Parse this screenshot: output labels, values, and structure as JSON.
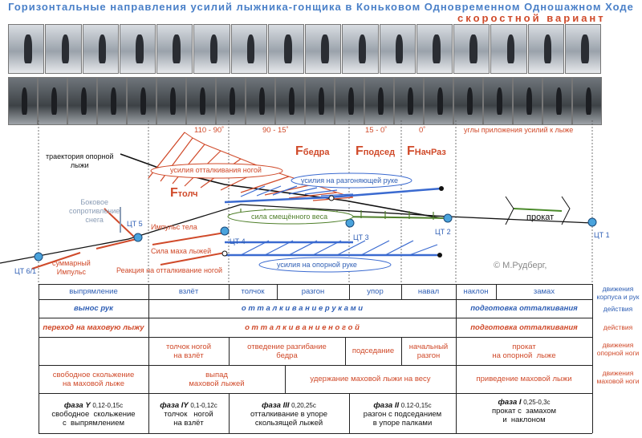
{
  "header": {
    "title": "Горизонтальные направления усилий лыжника-гонщика в Коньковом Одновременном Одношажном Ходе",
    "subtitle": "скоростной вариант"
  },
  "photos": {
    "top_count": 16,
    "bottom_count": 20
  },
  "angles": {
    "a1": "110 - 90˚",
    "a2": "90 - 15˚",
    "a3": "15 - 0˚",
    "a4": "0˚",
    "a5": "углы приложения усилий к лыже"
  },
  "diagram": {
    "trajectory": "траектория опорной\nлыжи",
    "side_resistance": "Боковое\nсопротивление\nснега",
    "f_bedra": "бедра",
    "f_podsed": "подсед",
    "f_nachraz": "НачРаз",
    "f_tolch": "толч",
    "f_letter": "F",
    "leg_push": "усилия отталкивания ногой",
    "arm_push_accel": "усилия на разгоняющей руке",
    "shifted_weight": "сила смещённого веса",
    "arm_support": "усилия на опорной руке",
    "body_impulse": "Импульс тела",
    "ski_swing": "Сила маха лыжей",
    "leg_reaction": "Реакция на отталкивание ногой",
    "total_impulse": "суммарный\nИмпульс",
    "glide": "прокат",
    "ct1": "ЦТ 1",
    "ct2": "ЦТ 2",
    "ct3": "ЦТ 3",
    "ct4": "ЦТ 4",
    "ct5": "ЦТ 5",
    "ct6": "ЦТ 6/1",
    "copyright": "© М.Рудберг,"
  },
  "table": {
    "row1": [
      "выпрямление",
      "взлёт",
      "толчок",
      "разгон",
      "упор",
      "навал",
      "наклон",
      "замах"
    ],
    "row1_label": "движения\nкорпуса и рук",
    "row2": [
      "вынос рук",
      "о т т а л к и в а н и е   р у к а м и",
      "подготовка отталкивания"
    ],
    "row2_label": "действия",
    "row3": [
      "переход на маховую лыжу",
      "о т т а л к и в а н и е   н о г о й",
      "подготовка отталкивания"
    ],
    "row3_label": "действия",
    "row4": [
      "толчок ногой\nна взлёт",
      "отведение разгибание\nбедра",
      "подседание",
      "начальный\nразгон",
      "прокат\nна опорной  лыже"
    ],
    "row4_label": "движения\nопорной ноги",
    "row5": [
      "свободное скольжение\nна маховой лыже",
      "выпад\nмаховой лыжей",
      "удержание маховой лыжи на весу",
      "приведение маховой лыжи"
    ],
    "row5_label": "движения\nмаховой ноги",
    "phases": [
      {
        "name": "фаза Y",
        "time": "0,12-0,15с",
        "desc": "свободное  скольжение\nс  выпрямлением"
      },
      {
        "name": "фаза IY",
        "time": "0,1-0,12с",
        "desc": "толчок   ногой\nна взлёт"
      },
      {
        "name": "фаза III",
        "time": "0,20,25с",
        "desc": "отталкивание в упоре\nскользящей лыжей"
      },
      {
        "name": "фаза II",
        "time": "0.12-0,15с",
        "desc": "разгон с подседанием\nв упоре палками"
      },
      {
        "name": "фаза I",
        "time": "0,25-0,3с",
        "desc": "прокат с  замахом\nи  наклоном"
      }
    ]
  }
}
